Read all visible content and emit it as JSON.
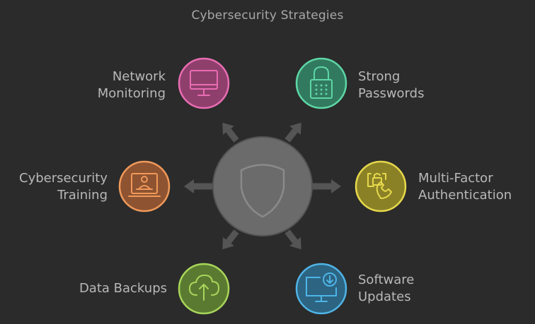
{
  "title": "Cybersecurity Strategies",
  "center": {
    "icon": "shield-icon"
  },
  "strategies": [
    {
      "id": "network-monitoring",
      "lines": [
        "Network",
        "Monitoring"
      ],
      "icon": "monitor-icon",
      "color": "#e86db3",
      "fill": "#8f3f6c"
    },
    {
      "id": "strong-passwords",
      "lines": [
        "Strong",
        "Passwords"
      ],
      "icon": "lock-icon",
      "color": "#5ed6a6",
      "fill": "#327a5f"
    },
    {
      "id": "cybersecurity-training",
      "lines": [
        "Cybersecurity",
        "Training"
      ],
      "icon": "presentation-icon",
      "color": "#f0995a",
      "fill": "#8e5331"
    },
    {
      "id": "multi-factor-authentication",
      "lines": [
        "Multi-Factor",
        "Authentication"
      ],
      "icon": "phone-lock-icon",
      "color": "#e6d84c",
      "fill": "#8a8127"
    },
    {
      "id": "data-backups",
      "lines": [
        "Data Backups"
      ],
      "icon": "cloud-upload-icon",
      "color": "#a8d65a",
      "fill": "#5b7a31"
    },
    {
      "id": "software-updates",
      "lines": [
        "Software",
        "Updates"
      ],
      "icon": "download-monitor-icon",
      "color": "#4fb4e6",
      "fill": "#2c6482"
    }
  ]
}
